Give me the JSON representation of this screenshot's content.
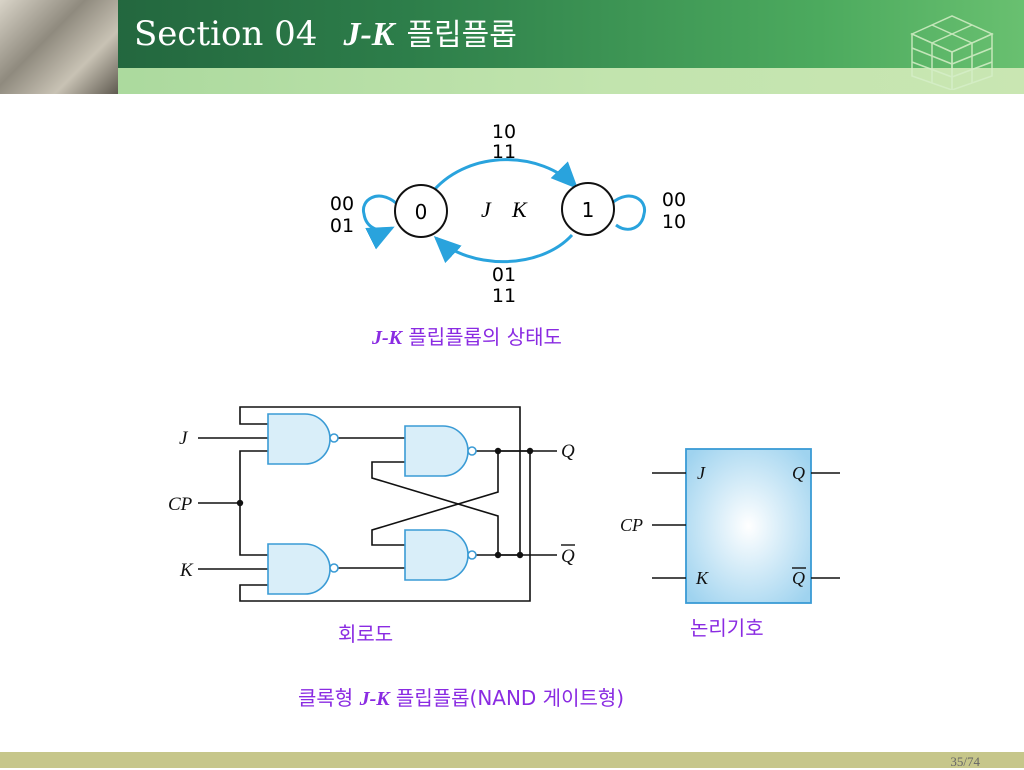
{
  "header": {
    "section": "Section 04",
    "jk": "J-K",
    "title_ko": "플립플롭"
  },
  "state_diagram": {
    "state0": "0",
    "state1": "1",
    "inputs": [
      "J",
      "K"
    ],
    "loop0": [
      "00",
      "01"
    ],
    "loop1": [
      "00",
      "10"
    ],
    "top_arc": [
      "10",
      "11"
    ],
    "bottom_arc": [
      "01",
      "11"
    ],
    "caption_jk": "J-K",
    "caption_ko": "플립플롭의 상태도"
  },
  "circuit": {
    "in_j": "J",
    "in_cp": "CP",
    "in_k": "K",
    "out_q": "Q",
    "out_qbar": "Q",
    "caption": "회로도"
  },
  "logic_symbol": {
    "j": "J",
    "cp": "CP",
    "k": "K",
    "q": "Q",
    "qbar": "Q",
    "caption": "논리기호"
  },
  "bottom_caption": {
    "prefix": "클록형",
    "jk": "J-K",
    "suffix": "플립플롭(NAND 게이트형)"
  },
  "footer": {
    "page": "35/74"
  },
  "colors": {
    "arc": "#29a3dd",
    "caption": "#8a2be2",
    "gate_fill": "#d9eef9",
    "gate_stroke": "#3a9bd5"
  }
}
